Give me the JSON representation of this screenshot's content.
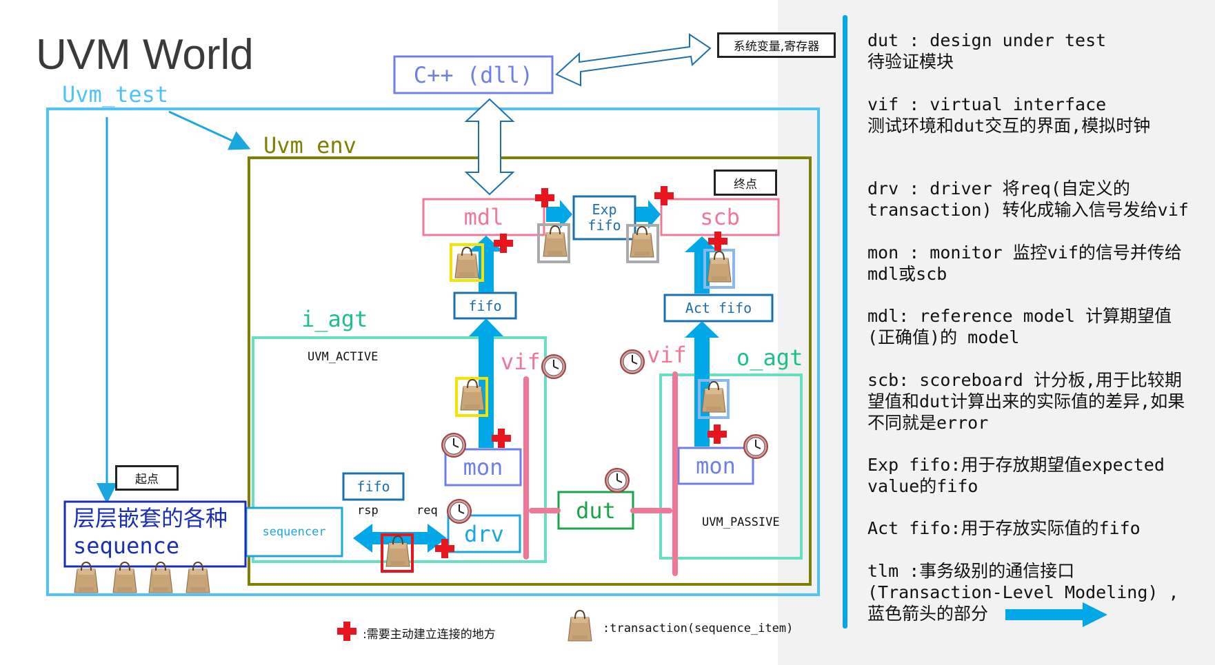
{
  "title": "UVM World",
  "labels": {
    "uvm_test": "Uvm_test",
    "uvm_env": "Uvm_env",
    "cpp_dll": "C++ (dll)",
    "sys_var": "系统变量,寄存器",
    "end_point": "终点",
    "start_point": "起点",
    "mdl": "mdl",
    "scb": "scb",
    "exp_fifo_line1": "Exp",
    "exp_fifo_line2": "fifo",
    "fifo_i": "fifo",
    "act_fifo": "Act fifo",
    "i_agt": "i_agt",
    "o_agt": "o_agt",
    "uvm_active": "UVM_ACTIVE",
    "uvm_passive": "UVM_PASSIVE",
    "vif_left": "vif",
    "vif_right": "vif",
    "mon_left": "mon",
    "mon_right": "mon",
    "drv": "drv",
    "dut": "dut",
    "sequencer": "sequencer",
    "fifo_seq": "fifo",
    "rsp": "rsp",
    "req": "req",
    "sequence_line1": "层层嵌套的各种",
    "sequence_line2": "sequence"
  },
  "legend": {
    "connect": ":需要主动建立连接的地方",
    "transaction": ":transaction(sequence_item)"
  },
  "notes": [
    {
      "line1": "dut : design under test",
      "line2": "待验证模块"
    },
    {
      "line1": "vif : virtual interface",
      "line2": "测试环境和dut交互的界面,模拟时钟"
    },
    {
      "line1": "drv : driver 将req(自定义的",
      "line2": "transaction) 转化成输入信号发给vif"
    },
    {
      "line1": "mon : monitor 监控vif的信号并传给",
      "line2": "mdl或scb"
    },
    {
      "line1": "mdl: reference model 计算期望值",
      "line2": "(正确值)的 model"
    },
    {
      "line1": "scb: scoreboard 计分板,用于比较期",
      "line2": "望值和dut计算出来的实际值的差异,如果",
      "line3": "不同就是error"
    },
    {
      "line1": "Exp fifo:用于存放期望值expected",
      "line2": "value的fifo"
    },
    {
      "line1": "Act fifo:用于存放实际值的fifo"
    },
    {
      "line1": "tlm :事务级别的通信接口",
      "line2": " (Transaction-Level Modeling) ,",
      "line3": "蓝色箭头的部分"
    }
  ],
  "colors": {
    "cyan_light": "#4fc3f7",
    "olive": "#808000",
    "teal_green": "#66e0c2",
    "pink": "#f07896",
    "blue_arrow": "#00a8e8",
    "periwinkle": "#6f7fe8",
    "navy": "#1a2fb8",
    "dut_green": "#1aa34a",
    "red": "#e8141e"
  },
  "icons": [
    "shopping-bag-icon",
    "clock-icon",
    "red-cross-icon"
  ]
}
